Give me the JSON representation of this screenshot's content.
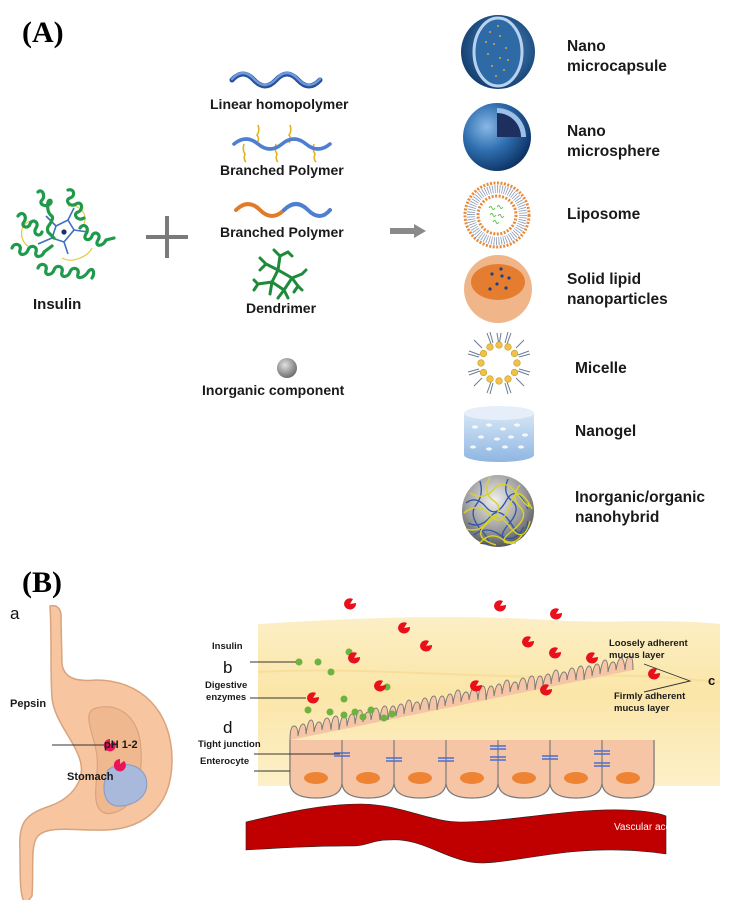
{
  "panel_a": {
    "label": "(A)",
    "insulin": {
      "label": "Insulin",
      "icon": "insulin-protein-icon"
    },
    "plus_icon": "plus-icon",
    "arrow_icon": "right-arrow-icon",
    "polymers": [
      {
        "label": "Linear homopolymer",
        "icon": "linear-homopolymer-icon"
      },
      {
        "label": "Branched Polymer",
        "icon": "branched-polymer-icon"
      },
      {
        "label": "Branched Polymer",
        "icon": "block-copolymer-icon"
      },
      {
        "label": "Dendrimer",
        "icon": "dendrimer-icon"
      },
      {
        "label": "Inorganic component",
        "icon": "inorganic-sphere-icon"
      }
    ],
    "carriers": [
      {
        "label": "Nano\nmicrocapsule",
        "icon": "nanocapsule-icon"
      },
      {
        "label": "Nano\nmicrosphere",
        "icon": "nanosphere-icon"
      },
      {
        "label": "Liposome",
        "icon": "liposome-icon"
      },
      {
        "label": "Solid lipid\n nanoparticles",
        "icon": "solid-lipid-nanoparticle-icon"
      },
      {
        "label": "Micelle",
        "icon": "micelle-icon"
      },
      {
        "label": "Nanogel",
        "icon": "nanogel-icon"
      },
      {
        "label": "Inorganic/organic\nnanohybrid",
        "icon": "nanohybrid-icon"
      }
    ]
  },
  "panel_b": {
    "label": "(B)",
    "letters": {
      "a": "a",
      "b": "b",
      "c": "c",
      "d": "d"
    },
    "stomach": {
      "label": "Stomach",
      "pepsin_label": "Pepsin",
      "ph_label": "pH 1-2"
    },
    "intestine": {
      "insulin_label": "Insulin",
      "enzymes_label": "Digestive\nenzymes",
      "tight_junction_label": "Tight junction",
      "enterocyte_label": "Enterocyte",
      "loose_mucus_label": "Loosely adherent\nmucus layer",
      "firm_mucus_label": "Firmly adherent\nmucus layer",
      "vascular_label": "Vascular access"
    }
  },
  "colors": {
    "insulin_green": "#1f9a4a",
    "polymer_blue": "#4f7fd0",
    "polymer_orange": "#e07b2a",
    "branch_yellow": "#e2b21f",
    "dendrimer_green": "#1e8b3a",
    "stomach": "#f7c6a0",
    "ph_pool": "#a9b9dc",
    "pepsin": "#e8155a",
    "enzyme_red": "#e8101a",
    "insulin_dot": "#6db33f",
    "mucus": "#fbe9b3",
    "enterocyte": "#f5c5a6",
    "nucleus": "#ee8433",
    "tight_junction": "#4a6fd0",
    "vascular": "#c00000"
  }
}
